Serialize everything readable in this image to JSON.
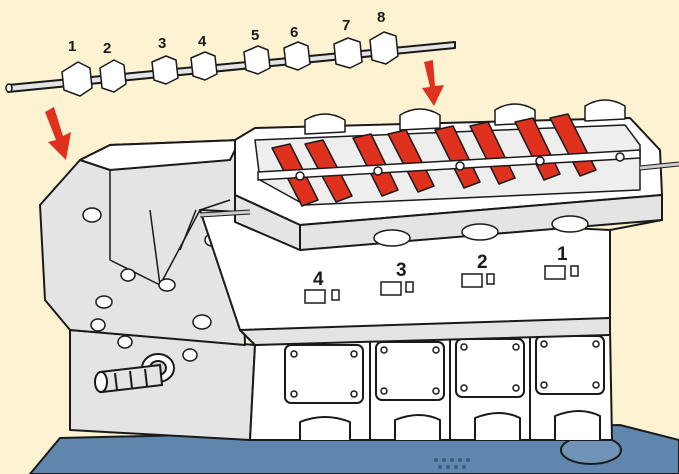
{
  "camshaft": {
    "lobe_labels": [
      "1",
      "2",
      "3",
      "4",
      "5",
      "6",
      "7",
      "8"
    ]
  },
  "engine": {
    "cylinder_labels": [
      "4",
      "3",
      "2",
      "1"
    ]
  },
  "colors": {
    "background": "#fdf3d2",
    "rocker_arm": "#e0311f",
    "arrow": "#e0311f",
    "base": "#5f86ad",
    "outline": "#1a1a1a",
    "engine_face": "#ffffff",
    "engine_shade": "#e4e4e4"
  }
}
